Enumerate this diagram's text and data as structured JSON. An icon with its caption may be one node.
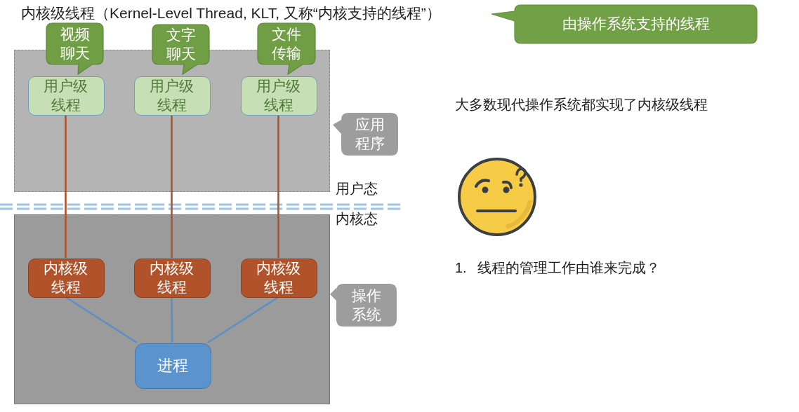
{
  "diagram": {
    "title": "内核级线程（Kernel-Level Thread, KLT, 又称“内核支持的线程”）",
    "nodes": [
      {
        "text": [
          "由操作系统支持的线程"
        ]
      },
      {
        "text": [
          "视频聊天"
        ]
      },
      {
        "text": [
          "文字聊天"
        ]
      },
      {
        "text": [
          "文件传输"
        ]
      },
      {
        "text": [],
        "shape": "box"
      },
      {
        "text": [
          "用户级线程"
        ],
        "in": 4
      },
      {
        "text": [
          "用户级线程"
        ],
        "in": 4
      },
      {
        "text": [
          "用户级线程"
        ],
        "in": 4
      },
      {
        "text": [
          "应用程序"
        ]
      },
      {
        "text": [],
        "shape": "box"
      },
      {
        "text": [
          "内核级线程"
        ],
        "in": 9
      },
      {
        "text": [
          "内核级线程"
        ],
        "in": 9
      },
      {
        "text": [
          "内核级线程"
        ],
        "in": 9
      },
      {
        "text": [
          "操作系统"
        ]
      },
      {
        "text": [
          "进程"
        ],
        "in": 9
      }
    ],
    "edges": [
      {
        "from": 5,
        "to": 10,
        "arrow": "none",
        "color": "#b0532a"
      },
      {
        "from": 6,
        "to": 11,
        "arrow": "none",
        "color": "#b0532a"
      },
      {
        "from": 7,
        "to": 12,
        "arrow": "none",
        "color": "#b0532a"
      },
      {
        "from": 10,
        "to": 14,
        "arrow": "none",
        "color": "#5b8fc7"
      },
      {
        "from": 11,
        "to": 14,
        "arrow": "none",
        "color": "#5b8fc7"
      },
      {
        "from": 12,
        "to": 14,
        "arrow": "none",
        "color": "#5b8fc7"
      }
    ],
    "labels": [
      "大多数现代操作系统都实现了内核级线程",
      "用户态",
      "内核态",
      "1. 线程的管理工作由谁来完成？"
    ]
  }
}
